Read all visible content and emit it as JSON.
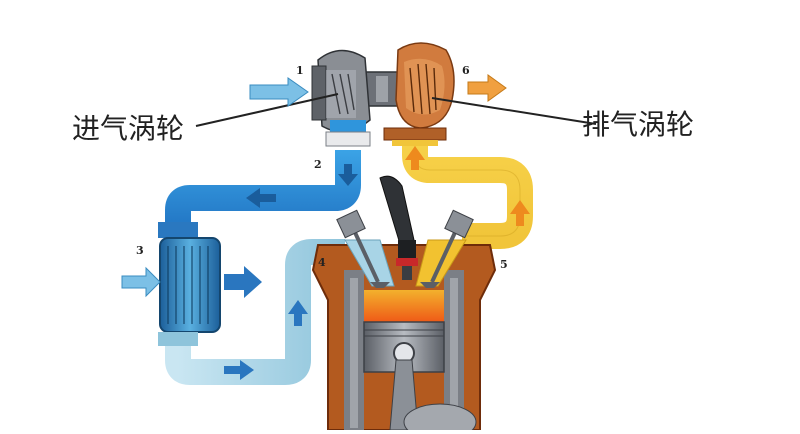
{
  "labels": {
    "intake_turbine": "进气涡轮",
    "exhaust_turbine": "排气涡轮"
  },
  "markers": {
    "m1": "1",
    "m2": "2",
    "m3": "3",
    "m4": "4",
    "m5": "5",
    "m6": "6"
  },
  "colors": {
    "cold_air_dark": "#1f78c8",
    "cold_air_mid": "#2f95dc",
    "cool_air_light": "#a8d4e6",
    "hot_exhaust": "#f2c230",
    "exhaust_housing": "#c9743a",
    "combustion": "#f06a1a",
    "engine_block": "#8a3a12",
    "metal_gray": "#7a7f86"
  },
  "icons": {
    "flow_arrow": "arrow-icon",
    "spark_plug": "spark-plug-icon"
  }
}
